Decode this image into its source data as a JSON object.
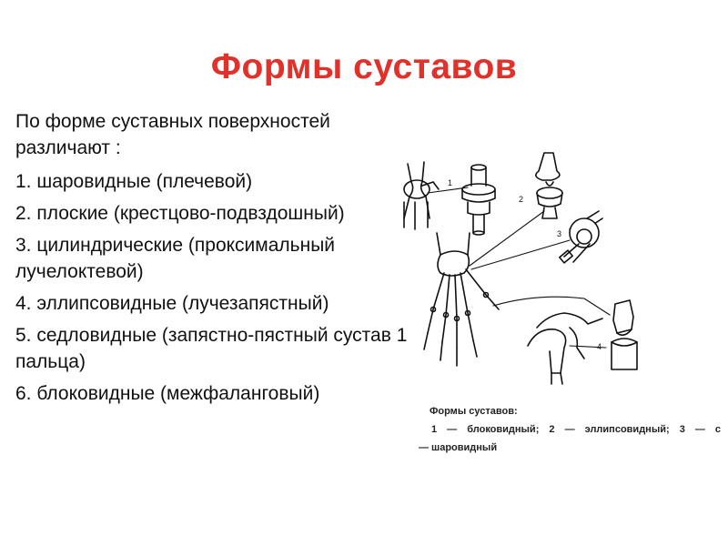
{
  "slide": {
    "title": "Формы суставов",
    "intro": "По форме суставных поверхностей различают :",
    "items": [
      "1. шаровидные (плечевой)",
      "2. плоские (крестцово-подвздошный)",
      "3. цилиндрические (проксимальный лучелоктевой)",
      "4. эллипсовидные (лучезапястный)",
      "5. седловидные (запястно-пястный сустав 1 пальца)",
      "6. блоковидные (межфаланговый)"
    ]
  },
  "figure": {
    "labels": [
      "1",
      "2",
      "3",
      "4"
    ],
    "caption_line1": "Формы суставов:",
    "caption_line2": "1 — блоковидный; 2 — эллипсовидный; 3 — с",
    "caption_line3": "— шаровидный"
  }
}
